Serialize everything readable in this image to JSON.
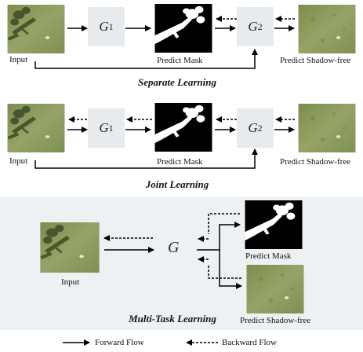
{
  "separate": {
    "caption": "Separate Learning",
    "input_label": "Input",
    "mask_label": "Predict Mask",
    "shadowfree_label": "Predict Shadow-free",
    "g1": "G",
    "g1_sub": "1",
    "g2": "G",
    "g2_sub": "2"
  },
  "joint": {
    "caption": "Joint Learning",
    "input_label": "Input",
    "mask_label": "Predict Mask",
    "shadowfree_label": "Predict Shadow-free",
    "g1": "G",
    "g1_sub": "1",
    "g2": "G",
    "g2_sub": "2"
  },
  "multitask": {
    "caption": "Multi-Task Learning",
    "input_label": "Input",
    "g": "G",
    "mask_label": "Predict Mask",
    "shadowfree_label": "Predict Shadow-free"
  },
  "legend": {
    "forward": "Forward Flow",
    "backward": "Backward Flow"
  },
  "colors": {
    "generator_box": "#e7ebee",
    "multitask_panel": "#eef1f4",
    "grass": "#8a9a58",
    "mask_background": "#000000",
    "mask_foreground": "#ffffff"
  }
}
